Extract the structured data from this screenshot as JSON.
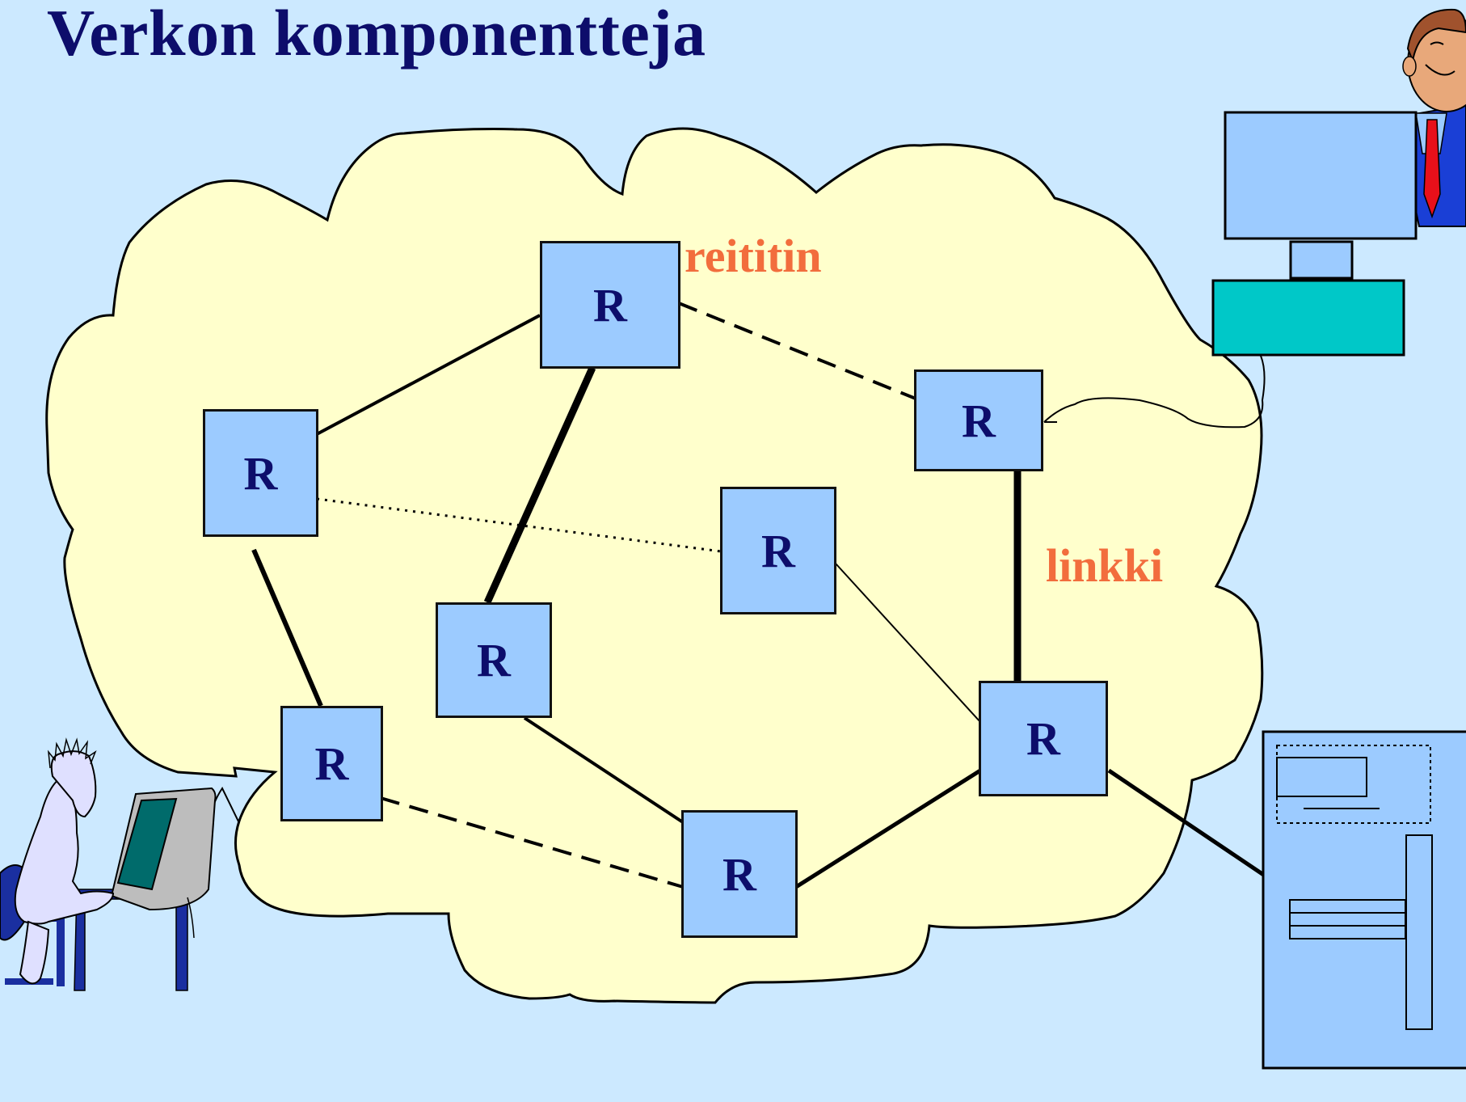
{
  "title": "Verkon komponentteja",
  "labels": {
    "router": "reititin",
    "link": "linkki"
  },
  "router_label": "R",
  "colors": {
    "background": "#cce9ff",
    "cloud": "#ffffcc",
    "router_fill": "#9ccbff",
    "title": "#0d0d6b",
    "callout": "#f26d3d"
  },
  "icons": {
    "user": "person-at-computer-icon",
    "host": "desktop-computer-icon",
    "server": "server-tower-icon",
    "person": "businessman-icon"
  }
}
